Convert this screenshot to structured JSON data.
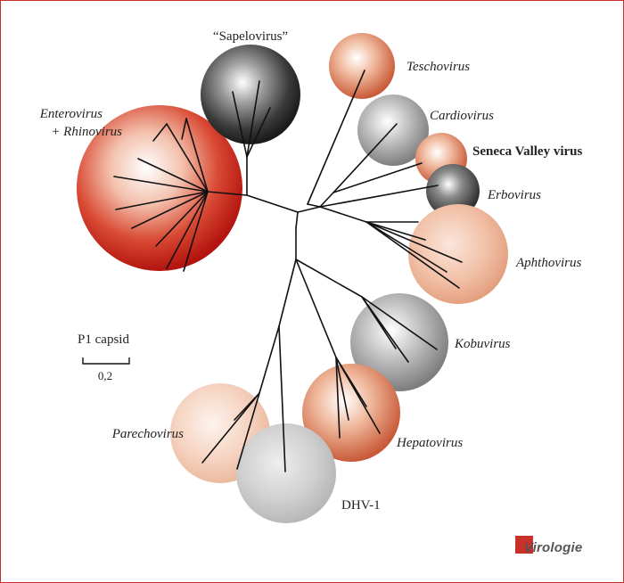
{
  "labels": {
    "sapelovirus": "“Sapelovirus”",
    "teschovirus": "Teschovirus",
    "enterovirus": "Enterovirus",
    "rhinovirus": "+ Rhinovirus",
    "cardiovirus": "Cardiovirus",
    "seneca": "Seneca Valley virus",
    "erbovirus": "Erbovirus",
    "aphthovirus": "Aphthovirus",
    "kobuvirus": "Kobuvirus",
    "hepatovirus": "Hepatovirus",
    "parechovirus": "Parechovirus",
    "dhv": "DHV-1"
  },
  "scale": {
    "title": "P1 capsid",
    "value": "0,2"
  },
  "logo": {
    "text": "Virologie"
  },
  "colors": {
    "border": "#c8302a",
    "deep_red": "#b3140f",
    "salmon": "#cc6a4a",
    "light_salmon": "#e8a688",
    "pale_salmon": "#f0c6b0",
    "gray": "#9a9a9a",
    "light_gray": "#c6c6c6",
    "dark": "#2a2a2a"
  }
}
